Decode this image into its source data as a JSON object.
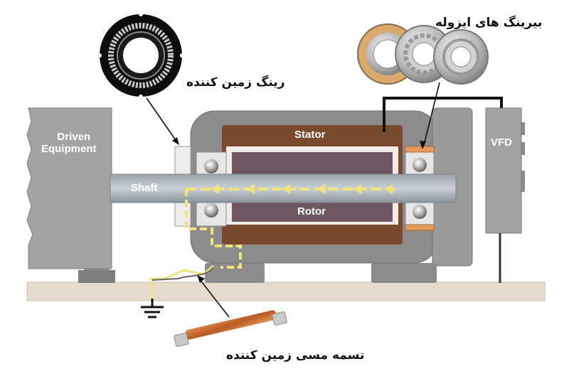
{
  "labels": {
    "driven_equipment_line1": "Driven",
    "driven_equipment_line2": "Equipment",
    "shaft": "Shaft",
    "stator": "Stator",
    "rotor": "Rotor",
    "vfd": "VFD",
    "grounding_ring": "رینگ زمین کننده",
    "insulated_bearings": "بیرینگ های ایزوله",
    "copper_grounding_strap": "تسمه مسی زمین کننده"
  },
  "colors": {
    "current_path": "#f2e27a",
    "stator_winding": "#7a4a2e",
    "rotor_core": "#6e5560",
    "motor_housing": "#8c8c8c",
    "equipment_gray": "#a3a3a3",
    "base_plate": "#e6dccd",
    "copper": "#c8692c"
  },
  "icons": [
    "ground-symbol-icon",
    "arrow-icon",
    "grounding-ring-photo",
    "bearing-photo",
    "copper-strap-photo"
  ]
}
